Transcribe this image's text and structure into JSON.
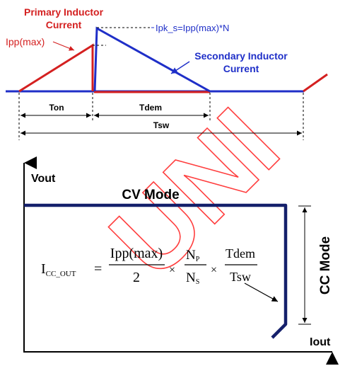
{
  "top": {
    "primary_label_1": "Primary Inductor",
    "primary_label_2": "Current",
    "ipp_label": "Ipp(max)",
    "ipk_label": "Ipk_s=Ipp(max)*N",
    "secondary_label_1": "Secondary Inductor",
    "secondary_label_2": "Current",
    "ton": "Ton",
    "tdem": "Tdem",
    "tsw": "Tsw"
  },
  "bottom": {
    "vout": "Vout",
    "cv_mode": "CV Mode",
    "cc_mode": "CC Mode",
    "iout": "Iout",
    "formula": {
      "lhs_main": "I",
      "lhs_sub": "CC_OUT",
      "equals": "=",
      "f1_num": "Ipp(max)",
      "f1_den": "2",
      "times": "×",
      "f2_num_main": "N",
      "f2_num_sub": "P",
      "f2_den_main": "N",
      "f2_den_sub": "S",
      "f3_num": "Tdem",
      "f3_den": "Tsw"
    }
  },
  "watermark": "UNI",
  "colors": {
    "primary": "#d42020",
    "secondary": "#1f2fc8",
    "navy": "#15206b",
    "watermark": "#ff2a2a"
  }
}
